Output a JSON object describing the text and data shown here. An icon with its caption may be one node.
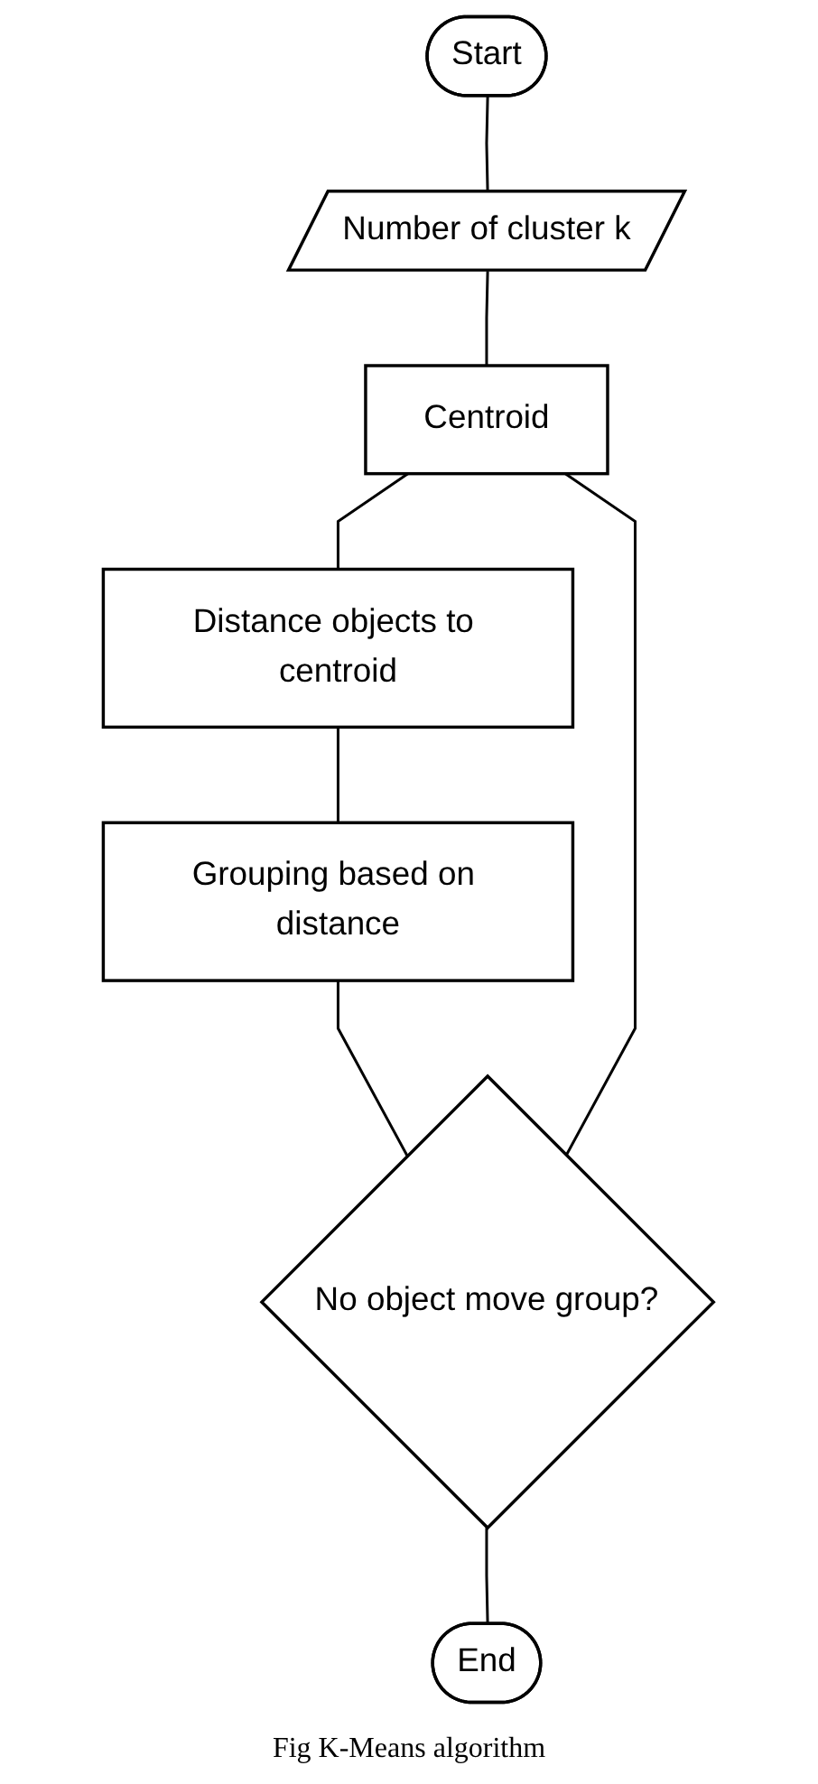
{
  "diagram": {
    "caption": "Fig K-Means algorithm",
    "nodes": [
      {
        "text": [
          "Start"
        ]
      },
      {
        "text": [
          "Number of cluster k"
        ]
      },
      {
        "text": [
          "Centroid"
        ]
      },
      {
        "text": [
          "Distance objects to centroid"
        ]
      },
      {
        "text": [
          "Grouping based on distance"
        ]
      },
      {
        "text": [
          "No object move group?"
        ]
      },
      {
        "text": [
          "End"
        ]
      }
    ],
    "edges": [
      {
        "from": 0,
        "to": 1,
        "arrow": "none"
      },
      {
        "from": 1,
        "to": 2,
        "arrow": "none"
      },
      {
        "from": 2,
        "to": 3,
        "arrow": "none"
      },
      {
        "from": 3,
        "to": 4,
        "arrow": "none"
      },
      {
        "from": 4,
        "to": 5,
        "arrow": "none"
      },
      {
        "from": 5,
        "to": 6,
        "arrow": "none"
      },
      {
        "from": 5,
        "to": 2,
        "arrow": "none"
      }
    ]
  }
}
